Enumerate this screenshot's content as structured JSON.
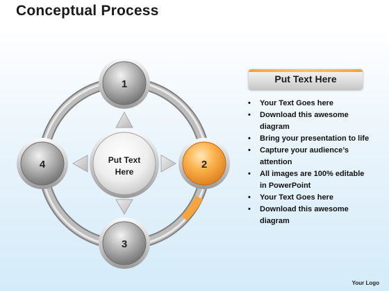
{
  "title": "Conceptual Process",
  "center": {
    "line1": "Put Text",
    "line2": "Here"
  },
  "nodes": [
    {
      "label": "1",
      "highlighted": false
    },
    {
      "label": "2",
      "highlighted": true
    },
    {
      "label": "3",
      "highlighted": false
    },
    {
      "label": "4",
      "highlighted": false
    }
  ],
  "panel": {
    "header": "Put Text Here",
    "bullets": [
      "Your Text Goes here",
      "Download this awesome diagram",
      "Bring your presentation to life",
      "Capture your audience’s attention",
      "All images are 100% editable in PowerPoint",
      "Your Text Goes here",
      "Download this awesome diagram"
    ]
  },
  "footer": {
    "logo": "Your Logo"
  },
  "colors": {
    "accent": "#f7a43a",
    "node_gray": "#8c8c8c",
    "ring_gray": "#b5b5b5"
  }
}
